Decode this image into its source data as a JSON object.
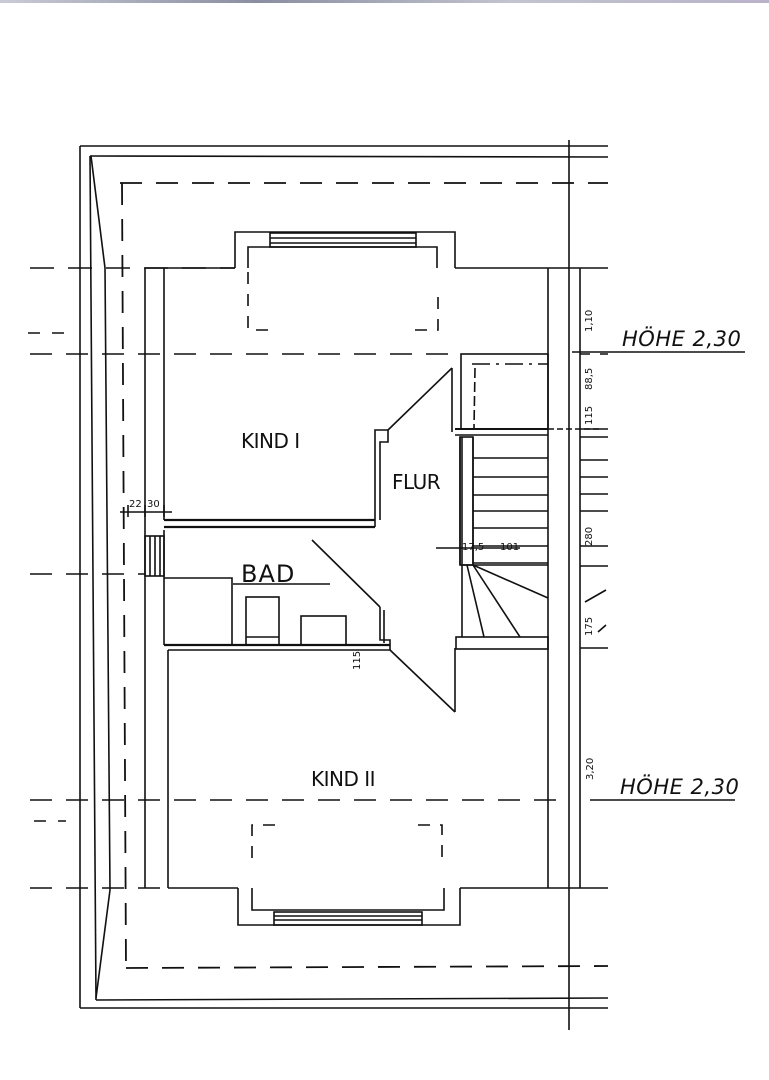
{
  "plan": {
    "type": "floor-plan",
    "rooms": {
      "kind1": "KIND I",
      "kind2": "KIND II",
      "bad": "BAD",
      "flur": "FLUR"
    },
    "heights": {
      "upper": "HÖHE 2,30",
      "lower": "HÖHE 2,30"
    },
    "dimensions": {
      "wall_left_a": "22",
      "wall_left_b": "30",
      "stair_landing": "17,5",
      "stair_width": "101",
      "bad_wall": "115",
      "right_1": "1,10",
      "right_2": "88,5",
      "right_3": "115",
      "right_4": "280",
      "right_5": "175",
      "right_6": "3,20"
    }
  }
}
